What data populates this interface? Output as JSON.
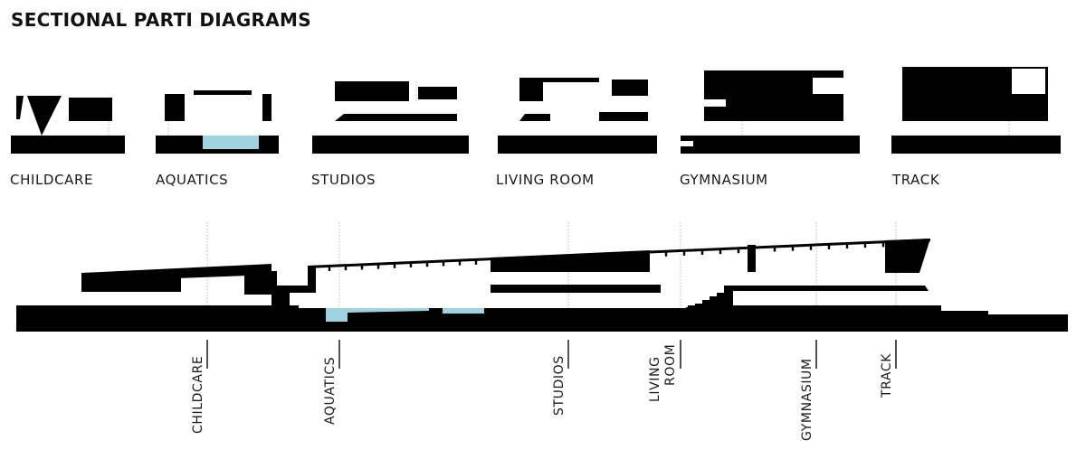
{
  "title": "SECTIONAL PARTI DIAGRAMS",
  "parti_labels": [
    "CHILDCARE",
    "AQUATICS",
    "STUDIOS",
    "LIVING ROOM",
    "GYMNASIUM",
    "TRACK"
  ],
  "section_labels": {
    "childcare": "CHILDCARE",
    "aquatics": "AQUATICS",
    "studios": "STUDIOS",
    "living_line1": "LIVING",
    "living_line2": "ROOM",
    "gymnasium": "GYMNASIUM",
    "track": "TRACK"
  },
  "colors": {
    "mass": "#000000",
    "water": "#9fd3e0",
    "guide": "#b5b5b5",
    "ink": "#1a1a1a"
  }
}
